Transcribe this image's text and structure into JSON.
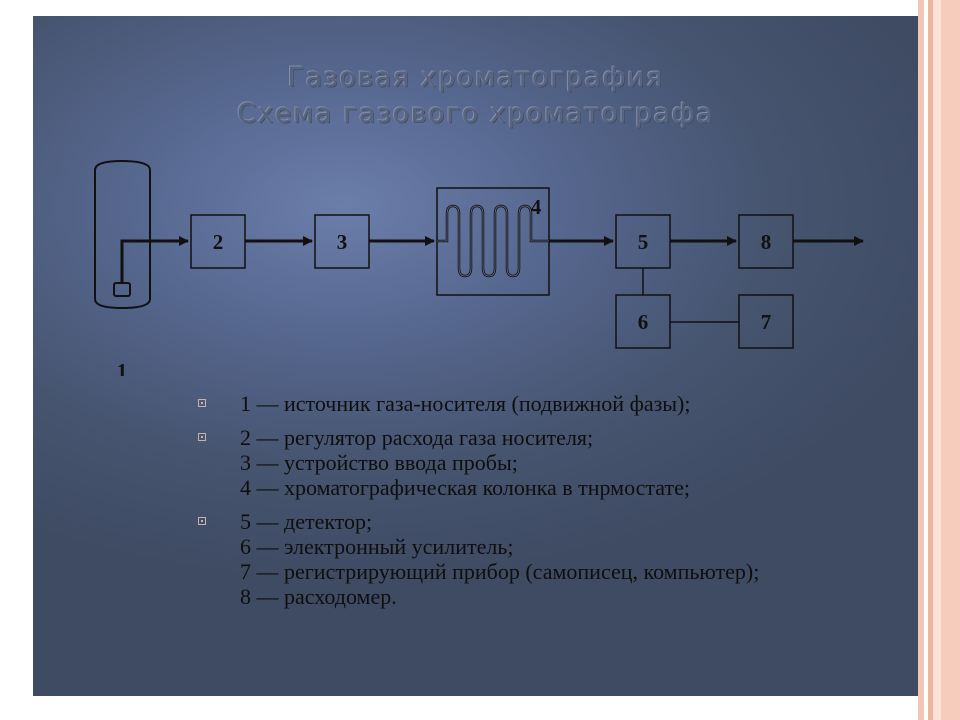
{
  "title": {
    "line1": "Газовая хроматография",
    "line2": "Схема газового хроматографа"
  },
  "diagram": {
    "labels": [
      "1",
      "2",
      "3",
      "4",
      "5",
      "6",
      "7",
      "8"
    ]
  },
  "legend": [
    [
      "1 — источник газа-носителя (подвижной фазы);"
    ],
    [
      "2 — регулятор расхода газа носителя;",
      "3 — устройство ввода пробы;",
      "4 — хроматографическая колонка в тнрмостате;"
    ],
    [
      "5 — детектор;",
      "6 — электронный усилитель;",
      "7 — регистрирующий прибор (самописец, компьютер);",
      "8 — расходомер."
    ]
  ],
  "colors": {
    "slide_background": "#56678f",
    "title": "#56627e",
    "diagram_stroke": "#111111",
    "bullet": "#c9b2aa",
    "accent_stripe": "#f3c7b5"
  }
}
